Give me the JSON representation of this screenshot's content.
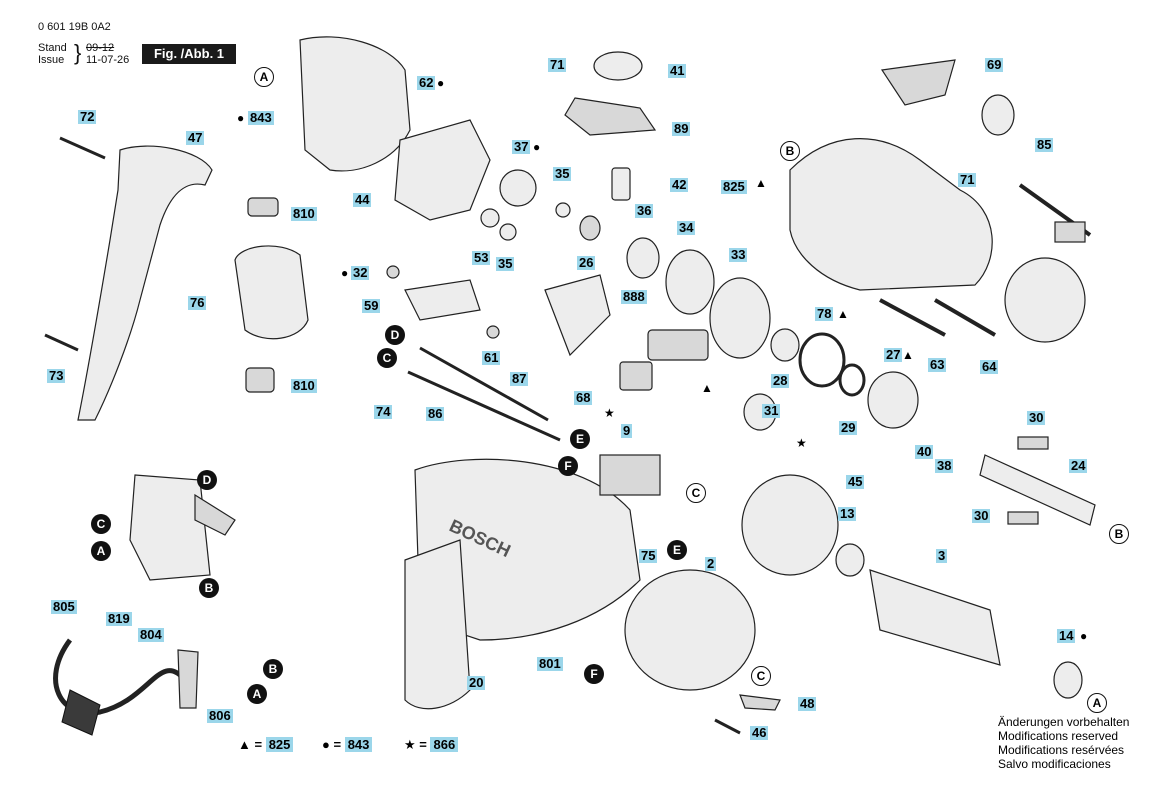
{
  "header": {
    "doc_number": "0 601 19B 0A2",
    "stand_label": "Stand",
    "issue_label": "Issue",
    "stand_value": "09-12",
    "issue_value": "11-07-26",
    "figure_label": "Fig. /Abb. 1"
  },
  "part_labels": [
    {
      "id": "71a",
      "text": "71"
    },
    {
      "id": "41",
      "text": "41"
    },
    {
      "id": "62",
      "text": "62"
    },
    {
      "id": "843",
      "text": "843"
    },
    {
      "id": "89",
      "text": "89"
    },
    {
      "id": "72",
      "text": "72"
    },
    {
      "id": "47",
      "text": "47"
    },
    {
      "id": "37",
      "text": "37"
    },
    {
      "id": "44",
      "text": "44"
    },
    {
      "id": "35a",
      "text": "35"
    },
    {
      "id": "42",
      "text": "42"
    },
    {
      "id": "810a",
      "text": "810"
    },
    {
      "id": "53",
      "text": "53"
    },
    {
      "id": "35b",
      "text": "35"
    },
    {
      "id": "36",
      "text": "36"
    },
    {
      "id": "34",
      "text": "34"
    },
    {
      "id": "33",
      "text": "33"
    },
    {
      "id": "26",
      "text": "26"
    },
    {
      "id": "32",
      "text": "32"
    },
    {
      "id": "76",
      "text": "76"
    },
    {
      "id": "59",
      "text": "59"
    },
    {
      "id": "888",
      "text": "888"
    },
    {
      "id": "61",
      "text": "61"
    },
    {
      "id": "810b",
      "text": "810"
    },
    {
      "id": "73",
      "text": "73"
    },
    {
      "id": "87",
      "text": "87"
    },
    {
      "id": "68",
      "text": "68"
    },
    {
      "id": "28",
      "text": "28"
    },
    {
      "id": "86",
      "text": "86"
    },
    {
      "id": "74",
      "text": "74"
    },
    {
      "id": "9",
      "text": "9"
    },
    {
      "id": "31",
      "text": "31"
    },
    {
      "id": "29",
      "text": "29"
    },
    {
      "id": "69",
      "text": "69"
    },
    {
      "id": "85",
      "text": "85"
    },
    {
      "id": "825",
      "text": "825"
    },
    {
      "id": "71b",
      "text": "71"
    },
    {
      "id": "78",
      "text": "78"
    },
    {
      "id": "27",
      "text": "27"
    },
    {
      "id": "63",
      "text": "63"
    },
    {
      "id": "64",
      "text": "64"
    },
    {
      "id": "30a",
      "text": "30"
    },
    {
      "id": "40",
      "text": "40"
    },
    {
      "id": "38",
      "text": "38"
    },
    {
      "id": "24",
      "text": "24"
    },
    {
      "id": "30b",
      "text": "30"
    },
    {
      "id": "45",
      "text": "45"
    },
    {
      "id": "13",
      "text": "13"
    },
    {
      "id": "3",
      "text": "3"
    },
    {
      "id": "75",
      "text": "75"
    },
    {
      "id": "2",
      "text": "2"
    },
    {
      "id": "819",
      "text": "819"
    },
    {
      "id": "804",
      "text": "804"
    },
    {
      "id": "805",
      "text": "805"
    },
    {
      "id": "801",
      "text": "801"
    },
    {
      "id": "20",
      "text": "20"
    },
    {
      "id": "806",
      "text": "806"
    },
    {
      "id": "14",
      "text": "14"
    },
    {
      "id": "48",
      "text": "48"
    },
    {
      "id": "46",
      "text": "46"
    }
  ],
  "callouts": [
    {
      "id": "A1",
      "text": "A"
    },
    {
      "id": "B1",
      "text": "B"
    },
    {
      "id": "D1",
      "text": "D"
    },
    {
      "id": "C1",
      "text": "C"
    },
    {
      "id": "E1",
      "text": "E"
    },
    {
      "id": "F1",
      "text": "F"
    },
    {
      "id": "D2",
      "text": "D"
    },
    {
      "id": "C2",
      "text": "C"
    },
    {
      "id": "A2",
      "text": "A"
    },
    {
      "id": "B2",
      "text": "B"
    },
    {
      "id": "B3",
      "text": "B"
    },
    {
      "id": "A3",
      "text": "A"
    },
    {
      "id": "C3",
      "text": "C"
    },
    {
      "id": "E2",
      "text": "E"
    },
    {
      "id": "F2",
      "text": "F"
    },
    {
      "id": "C4",
      "text": "C"
    },
    {
      "id": "B4",
      "text": "B"
    },
    {
      "id": "A4",
      "text": "A"
    }
  ],
  "legend": [
    {
      "symbol": "▲",
      "sep": " = ",
      "code": "825"
    },
    {
      "symbol": "●",
      "sep": " = ",
      "code": "843"
    },
    {
      "symbol": "★",
      "sep": " = ",
      "code": "866"
    }
  ],
  "notes": [
    "Änderungen vorbehalten",
    "Modifications reserved",
    "Modifications resérvées",
    "Salvo modificaciones"
  ],
  "brand_text": "BOSCH"
}
